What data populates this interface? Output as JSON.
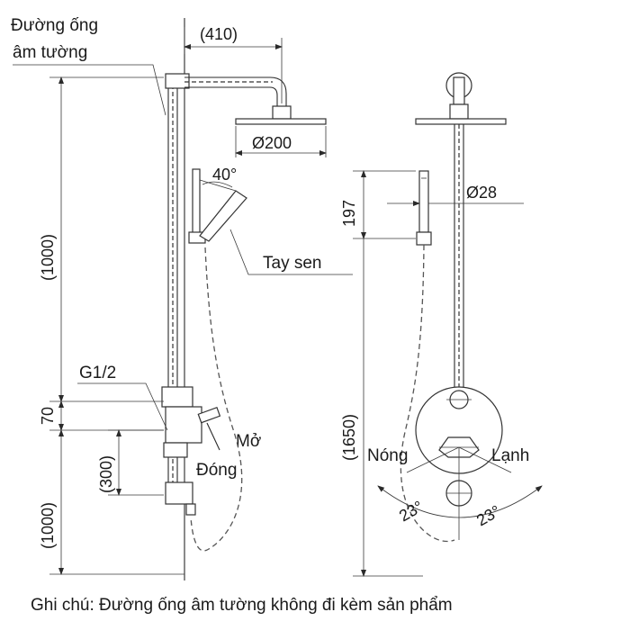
{
  "labels": {
    "wall_pipe_line1": "Đường ống",
    "wall_pipe_line2": "âm tường",
    "hand_shower": "Tay sen",
    "thread": "G1/2",
    "open": "Mở",
    "close": "Đóng",
    "hot": "Nóng",
    "cold": "Lạnh"
  },
  "dimensions": {
    "arm_length": "(410)",
    "head_diameter": "Ø200",
    "hand_angle": "40°",
    "upper_height": "(1000)",
    "valve_offset": "70",
    "lower_height": "(1000)",
    "valve_to_spout": "(300)",
    "hand_height": "197",
    "hand_diameter": "Ø28",
    "total_height": "(1650)",
    "handle_angle_left": "23°",
    "handle_angle_right": "23°"
  },
  "note": "Ghi chú: Đường ống âm tường không đi kèm sản phẩm"
}
